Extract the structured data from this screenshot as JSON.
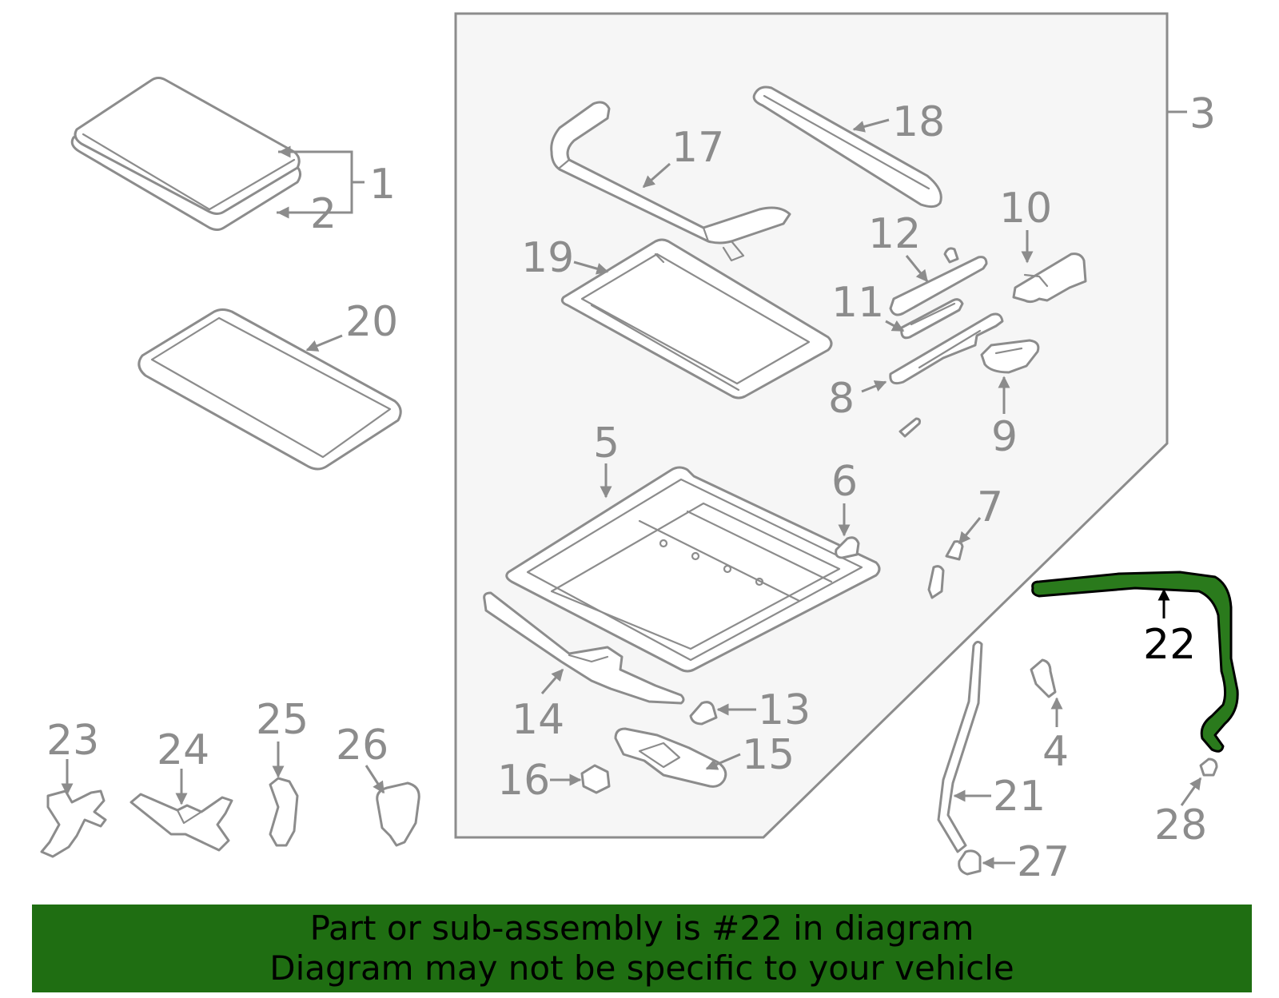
{
  "colors": {
    "part_outline": "#8c8c8c",
    "callout_text": "#8c8c8c",
    "highlight_part": "#2a7a1c",
    "highlight_text": "#000000",
    "assembly_panel": "#f6f6f6",
    "banner_background": "#1f6e12",
    "banner_text": "#000000"
  },
  "highlighted_part": "22",
  "callouts": {
    "c1": "1",
    "c2": "2",
    "c3": "3",
    "c4": "4",
    "c5": "5",
    "c6": "6",
    "c7": "7",
    "c8": "8",
    "c9": "9",
    "c10": "10",
    "c11": "11",
    "c12": "12",
    "c13": "13",
    "c14": "14",
    "c15": "15",
    "c16": "16",
    "c17": "17",
    "c18": "18",
    "c19": "19",
    "c20": "20",
    "c21": "21",
    "c22": "22",
    "c23": "23",
    "c24": "24",
    "c25": "25",
    "c26": "26",
    "c27": "27",
    "c28": "28"
  },
  "banner": {
    "line1": "Part or sub-assembly is #22 in diagram",
    "line2": "Diagram may not be specific to your vehicle"
  }
}
